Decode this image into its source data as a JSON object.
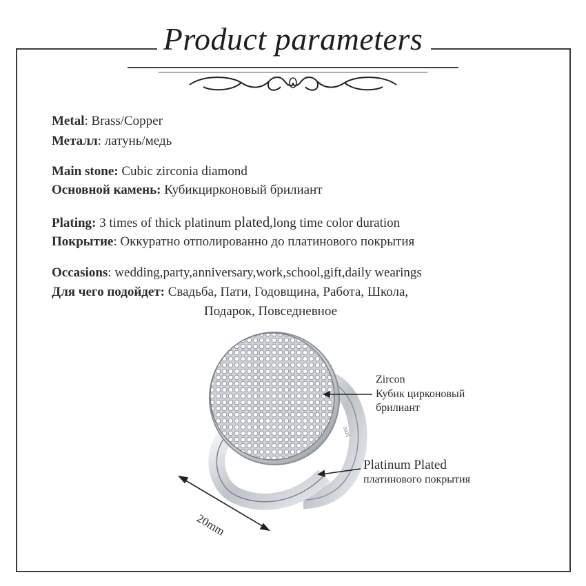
{
  "title": "Product parameters",
  "params": {
    "metal": {
      "key_en": "Metal",
      "val_en": ": Brass/Copper",
      "key_ru": "Металл",
      "val_ru": ": латунь/медь"
    },
    "stone": {
      "key_en": "Main stone:",
      "val_en": " Cubic zirconia diamond",
      "key_ru": "Основной камень:",
      "val_ru": " Кубикцирконовый брилиант"
    },
    "plating": {
      "key_en": "Plating:",
      "val_en": "  3 times of thick platinum ",
      "val_en_big": "plated",
      "val_en_tail": ",long time color duration",
      "key_ru": "Покрытие",
      "val_ru": ": Оккуратно отполированно до платинового покрытия"
    },
    "occasions": {
      "key_en": "Occasions",
      "val_en": ": wedding,party,anniversary,work,school,gift,daily wearings",
      "key_ru": "Для чего подойдет:",
      "val_ru": "  Свадьба, Пати, Годовщина, Работа, Школа,",
      "val_ru_2": "Подарок, Повседневное"
    }
  },
  "callouts": {
    "zircon_en": "Zircon",
    "zircon_ru_1": "Кубик цирконовый",
    "zircon_ru_2": "брилиант",
    "plated_en": "Platinum Plated",
    "plated_ru": "платинового покрытия"
  },
  "dimension": "20mm",
  "ring_stamp": "S925",
  "colors": {
    "text": "#2b2b2b",
    "frame": "#3a3a3a",
    "metal": "#c9cdd2"
  }
}
